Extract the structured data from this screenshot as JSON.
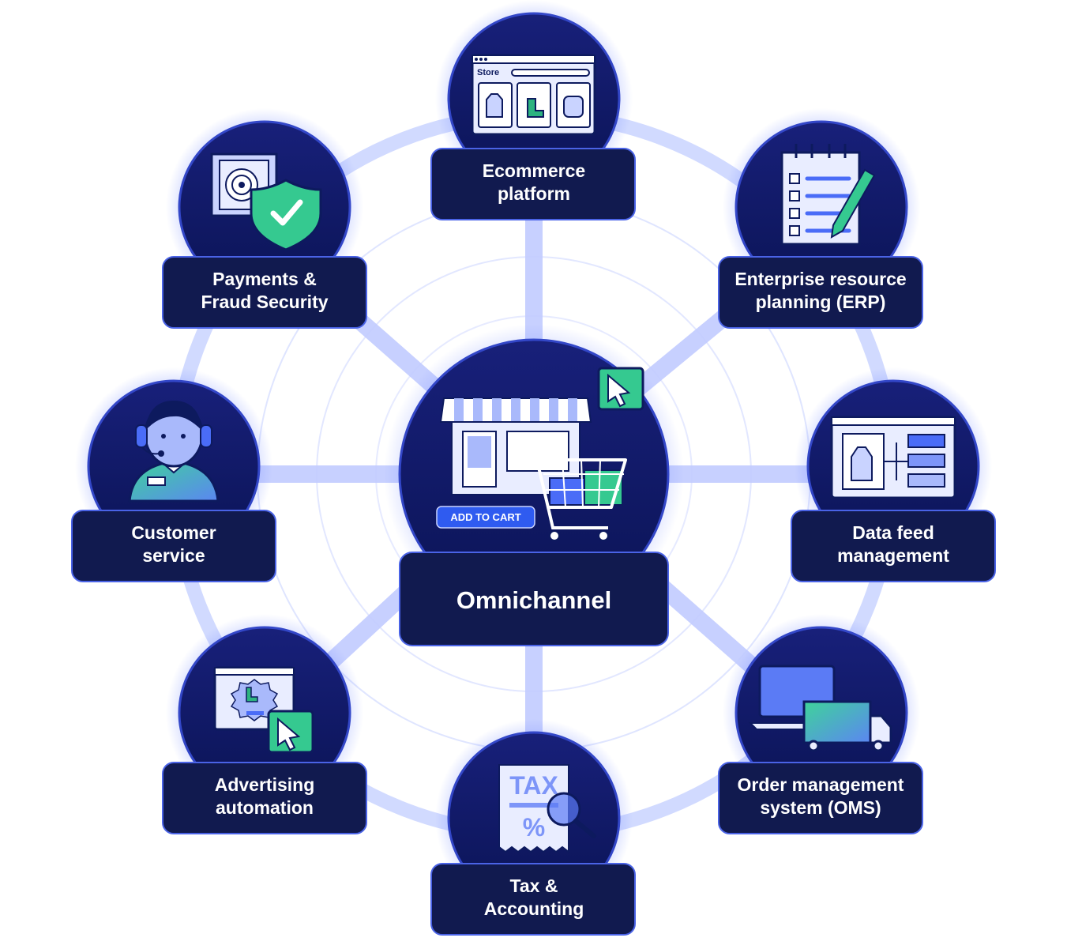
{
  "center": {
    "label": "Omnichannel",
    "button_label": "ADD TO CART"
  },
  "nodes": [
    {
      "id": "ecommerce",
      "line1": "Ecommerce",
      "line2": "platform",
      "icon": "storefront-window-icon",
      "icon_text": "Store"
    },
    {
      "id": "erp",
      "line1": "Enterprise resource",
      "line2": "planning (ERP)",
      "icon": "checklist-pencil-icon"
    },
    {
      "id": "datafeed",
      "line1": "Data feed",
      "line2": "management",
      "icon": "product-feed-icon"
    },
    {
      "id": "oms",
      "line1": "Order management",
      "line2": "system (OMS)",
      "icon": "laptop-truck-icon"
    },
    {
      "id": "tax",
      "line1": "Tax &",
      "line2": "Accounting",
      "icon": "tax-receipt-icon",
      "icon_text": "TAX"
    },
    {
      "id": "ads",
      "line1": "Advertising",
      "line2": "automation",
      "icon": "ad-click-icon"
    },
    {
      "id": "service",
      "line1": "Customer",
      "line2": "service",
      "icon": "support-agent-icon"
    },
    {
      "id": "payments",
      "line1": "Payments &",
      "line2": "Fraud Security",
      "icon": "safe-shield-icon"
    }
  ],
  "colors": {
    "navy": "#0d1a5e",
    "label_bg": "#111a4f",
    "accent_blue": "#4a6cf7",
    "green": "#35c990",
    "ring": "#c9d3ff"
  }
}
